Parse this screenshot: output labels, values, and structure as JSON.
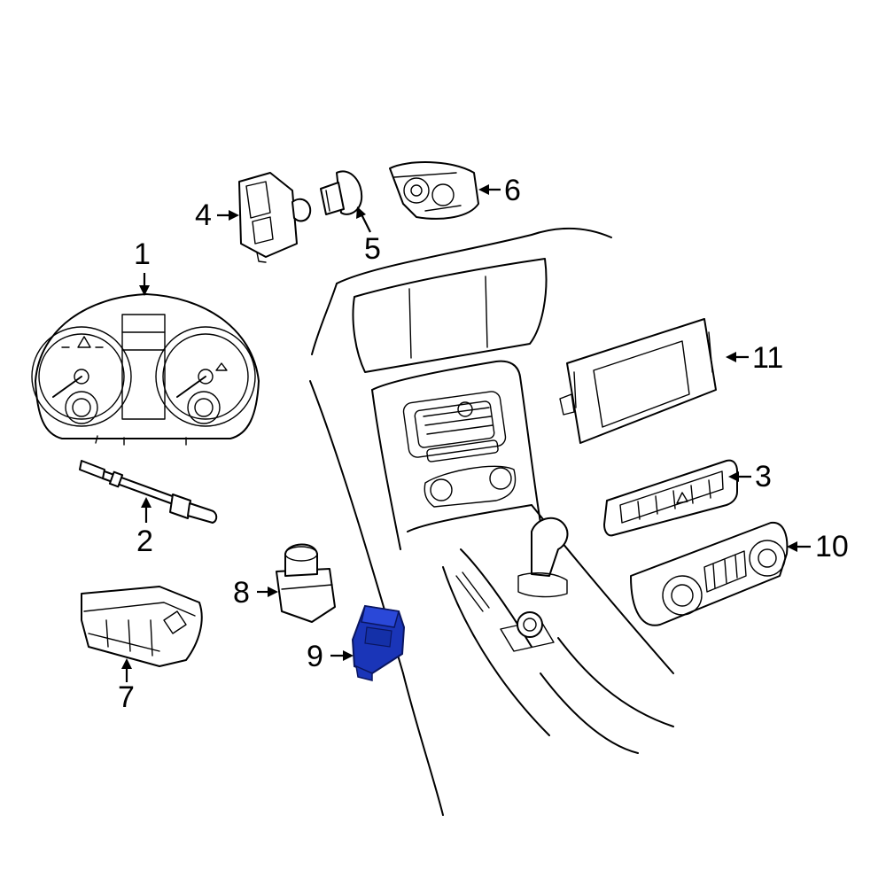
{
  "callouts": [
    {
      "id": "1",
      "label": "1"
    },
    {
      "id": "2",
      "label": "2"
    },
    {
      "id": "3",
      "label": "3"
    },
    {
      "id": "4",
      "label": "4"
    },
    {
      "id": "5",
      "label": "5"
    },
    {
      "id": "6",
      "label": "6"
    },
    {
      "id": "7",
      "label": "7"
    },
    {
      "id": "8",
      "label": "8"
    },
    {
      "id": "9",
      "label": "9"
    },
    {
      "id": "10",
      "label": "10"
    },
    {
      "id": "11",
      "label": "11"
    }
  ],
  "highlight_part": "9",
  "colors": {
    "line": "#000000",
    "highlight": "#1a35b8",
    "background": "#ffffff"
  }
}
